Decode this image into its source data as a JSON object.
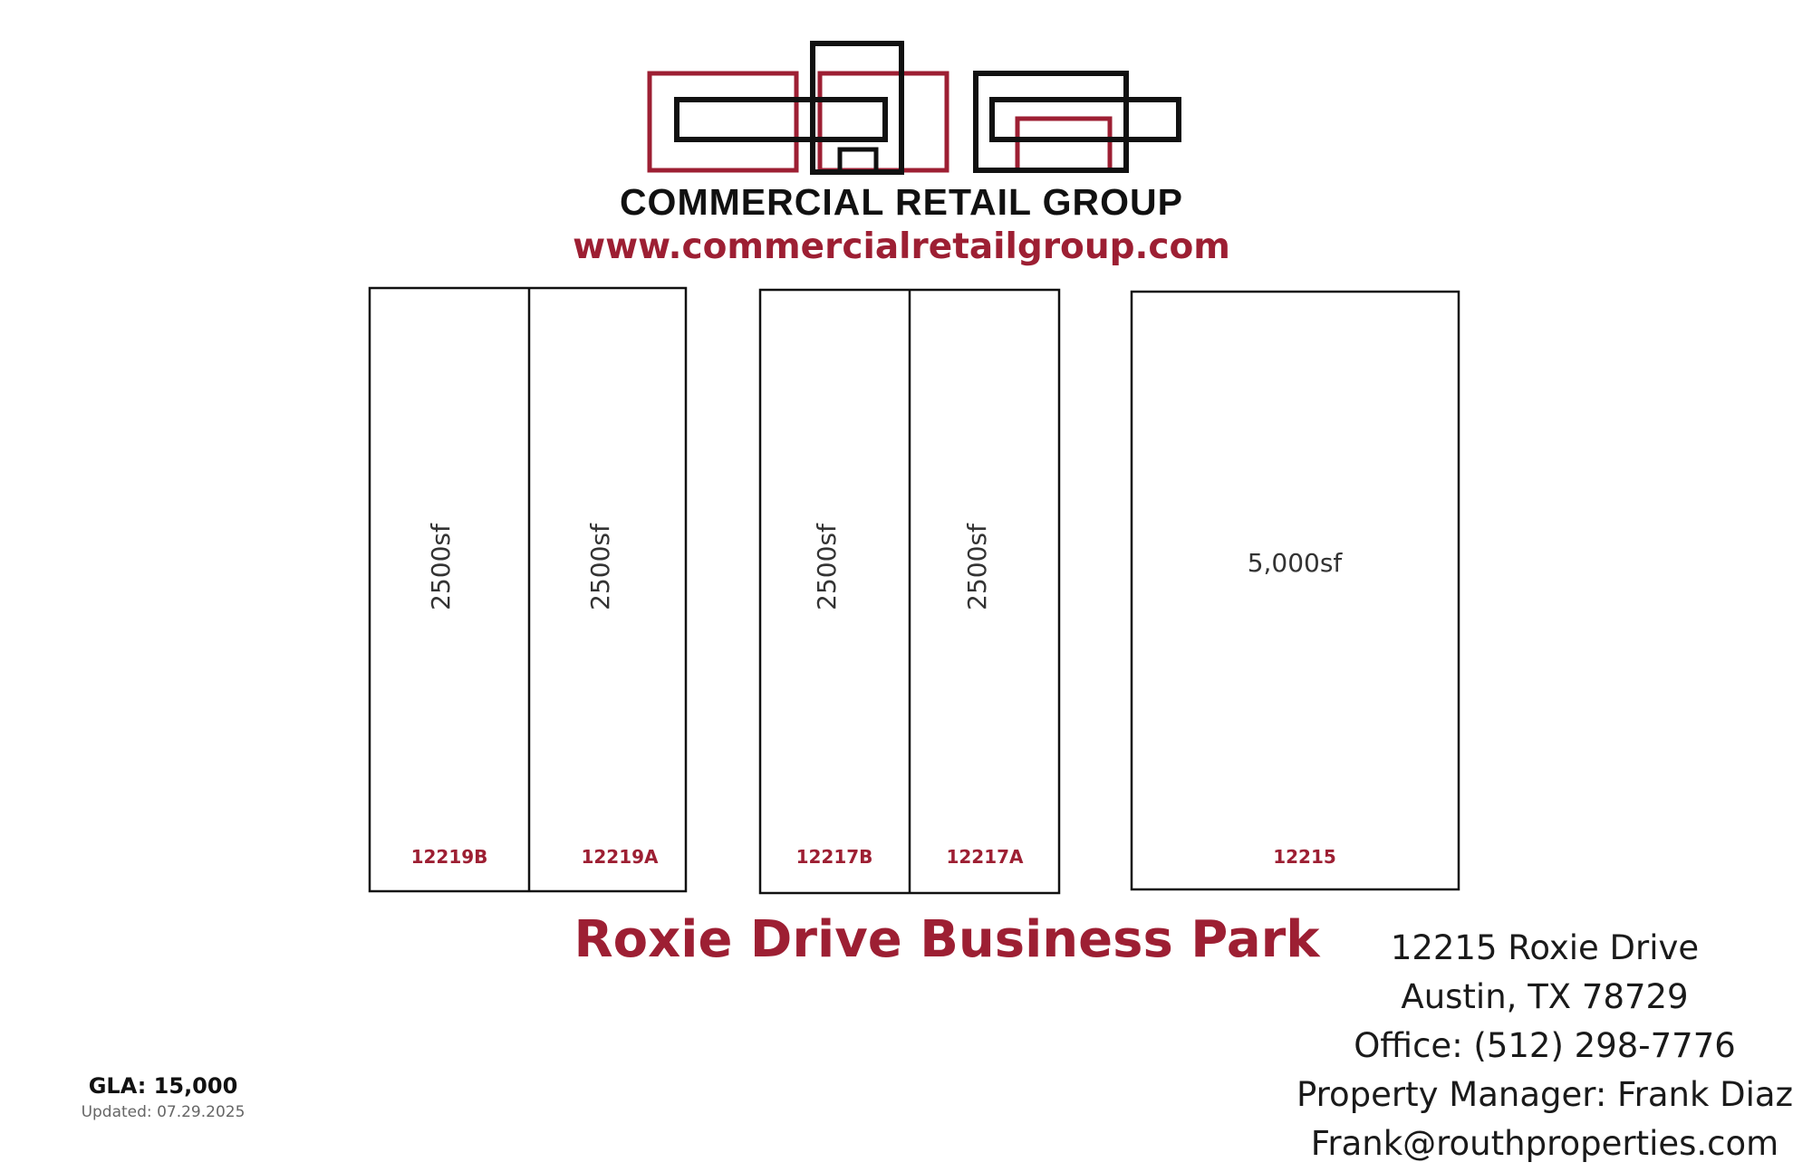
{
  "header": {
    "company_name": "COMMERCIAL RETAIL GROUP",
    "website": "www.commercialretailgroup.com",
    "brand_color": "#9d1f33",
    "logo_stroke_color": "#111111"
  },
  "site_plan": {
    "buildings": [
      {
        "units": [
          {
            "unit": "12219B",
            "size": "2500sf"
          },
          {
            "unit": "12219A",
            "size": "2500sf"
          }
        ]
      },
      {
        "units": [
          {
            "unit": "12217B",
            "size": "2500sf"
          },
          {
            "unit": "12217A",
            "size": "2500sf"
          }
        ]
      },
      {
        "units": [
          {
            "unit": "12215",
            "size": "5,000sf"
          }
        ]
      }
    ]
  },
  "property": {
    "name": "Roxie Drive Business Park",
    "address_line1": "12215 Roxie Drive",
    "address_line2": "Austin, TX 78729",
    "office": "Office: (512) 298-7776",
    "manager": "Property Manager: Frank Diaz",
    "email": "Frank@routhproperties.com"
  },
  "footer": {
    "gla": "GLA: 15,000",
    "updated": "Updated: 07.29.2025"
  }
}
